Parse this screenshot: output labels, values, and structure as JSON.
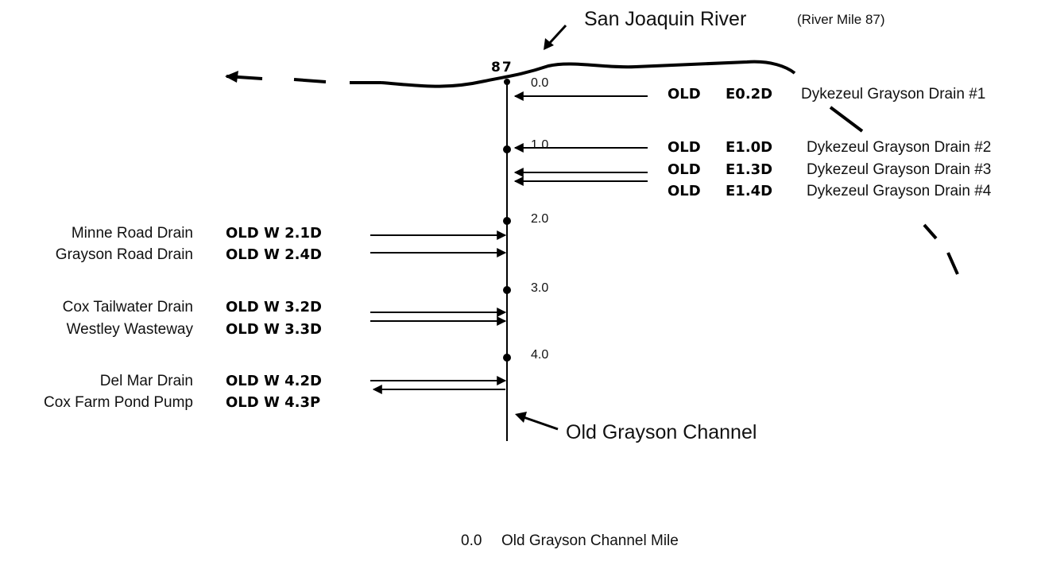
{
  "river": {
    "name": "San Joaquin River",
    "river_mile_note": "(River Mile 87)",
    "junction_mile": "87"
  },
  "channel": {
    "name": "Old Grayson Channel",
    "miles": [
      "0.0",
      "1.0",
      "2.0",
      "3.0",
      "4.0"
    ]
  },
  "east_sites": [
    {
      "code": "OLD",
      "id": "E0.2D",
      "name": "Dykezeul Grayson Drain #1"
    },
    {
      "code": "OLD",
      "id": "E1.0D",
      "name": "Dykezeul Grayson Drain #2"
    },
    {
      "code": "OLD",
      "id": "E1.3D",
      "name": "Dykezeul Grayson Drain #3"
    },
    {
      "code": "OLD",
      "id": "E1.4D",
      "name": "Dykezeul Grayson Drain #4"
    }
  ],
  "west_sites": [
    {
      "name": "Minne Road Drain",
      "code": "OLD W 2.1D",
      "direction": "inflow"
    },
    {
      "name": "Grayson Road Drain",
      "code": "OLD W 2.4D",
      "direction": "inflow"
    },
    {
      "name": "Cox Tailwater Drain",
      "code": "OLD W 3.2D",
      "direction": "inflow"
    },
    {
      "name": "Westley Wasteway",
      "code": "OLD W 3.3D",
      "direction": "inflow"
    },
    {
      "name": "Del Mar Drain",
      "code": "OLD W 4.2D",
      "direction": "inflow"
    },
    {
      "name": "Cox Farm Pond Pump",
      "code": "OLD W 4.3P",
      "direction": "outflow"
    }
  ],
  "legend": {
    "value": "0.0",
    "text": "Old Grayson Channel Mile"
  }
}
